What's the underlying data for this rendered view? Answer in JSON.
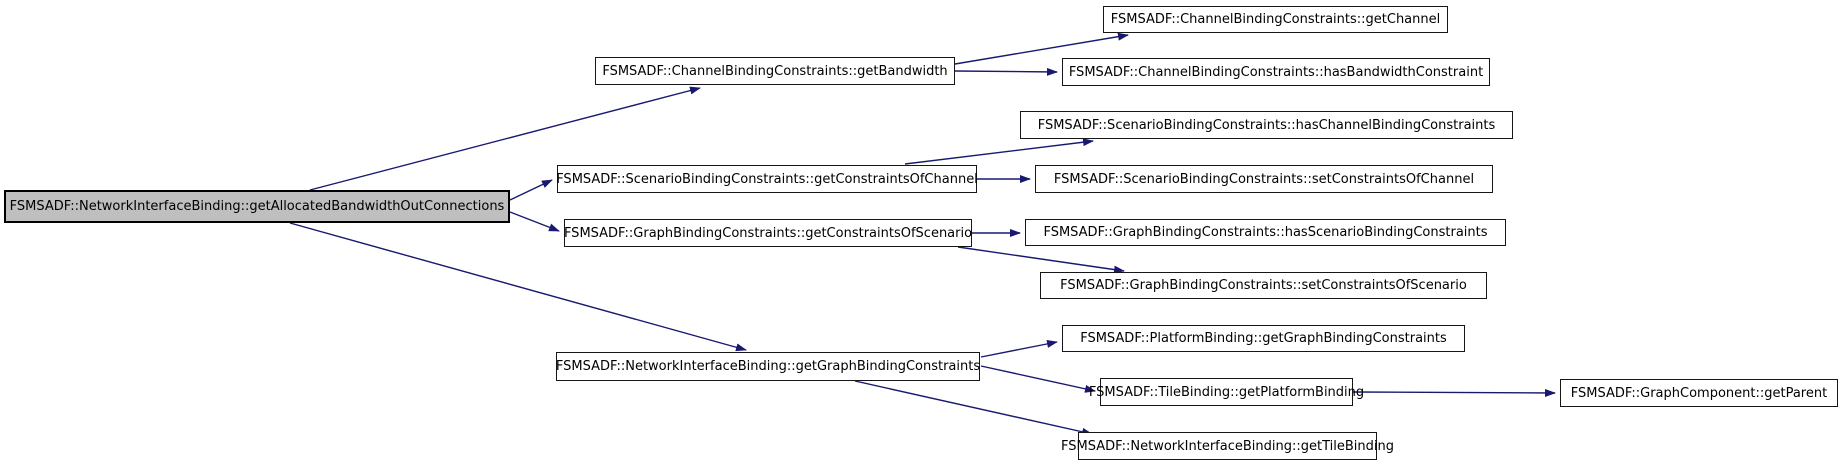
{
  "diagram": {
    "type": "call-graph",
    "colors": {
      "edge": "#191970",
      "root_fill": "#BFBFBF",
      "node_fill": "#FFFFFF",
      "node_border": "#000000",
      "background": "#FFFFFF"
    },
    "nodes": [
      {
        "id": "getAllocatedBandwidthOutConnections",
        "label": "FSMSADF::NetworkInterfaceBinding::getAllocatedBandwidthOutConnections",
        "role": "root"
      },
      {
        "id": "getBandwidth",
        "label": "FSMSADF::ChannelBindingConstraints::getBandwidth",
        "role": "callee"
      },
      {
        "id": "getChannel",
        "label": "FSMSADF::ChannelBindingConstraints::getChannel",
        "role": "callee"
      },
      {
        "id": "hasBandwidthConstraint",
        "label": "FSMSADF::ChannelBindingConstraints::hasBandwidthConstraint",
        "role": "callee"
      },
      {
        "id": "hasChannelBindingConstraints",
        "label": "FSMSADF::ScenarioBindingConstraints::hasChannelBindingConstraints",
        "role": "callee"
      },
      {
        "id": "getConstraintsOfChannel",
        "label": "FSMSADF::ScenarioBindingConstraints::getConstraintsOfChannel",
        "role": "callee"
      },
      {
        "id": "setConstraintsOfChannel",
        "label": "FSMSADF::ScenarioBindingConstraints::setConstraintsOfChannel",
        "role": "callee"
      },
      {
        "id": "getConstraintsOfScenario",
        "label": "FSMSADF::GraphBindingConstraints::getConstraintsOfScenario",
        "role": "callee"
      },
      {
        "id": "hasScenarioBindingConstraints",
        "label": "FSMSADF::GraphBindingConstraints::hasScenarioBindingConstraints",
        "role": "callee"
      },
      {
        "id": "setConstraintsOfScenario",
        "label": "FSMSADF::GraphBindingConstraints::setConstraintsOfScenario",
        "role": "callee"
      },
      {
        "id": "getGraphBindingConstraints",
        "label": "FSMSADF::NetworkInterfaceBinding::getGraphBindingConstraints",
        "role": "callee"
      },
      {
        "id": "pb_getGraphBindingConstraints",
        "label": "FSMSADF::PlatformBinding::getGraphBindingConstraints",
        "role": "callee"
      },
      {
        "id": "getPlatformBinding",
        "label": "FSMSADF::TileBinding::getPlatformBinding",
        "role": "callee"
      },
      {
        "id": "getTileBinding",
        "label": "FSMSADF::NetworkInterfaceBinding::getTileBinding",
        "role": "callee"
      },
      {
        "id": "getParent",
        "label": "FSMSADF::GraphComponent::getParent",
        "role": "callee"
      }
    ],
    "edges": [
      {
        "from": "getAllocatedBandwidthOutConnections",
        "to": "getBandwidth"
      },
      {
        "from": "getAllocatedBandwidthOutConnections",
        "to": "getConstraintsOfChannel"
      },
      {
        "from": "getAllocatedBandwidthOutConnections",
        "to": "getConstraintsOfScenario"
      },
      {
        "from": "getAllocatedBandwidthOutConnections",
        "to": "getGraphBindingConstraints"
      },
      {
        "from": "getBandwidth",
        "to": "getChannel"
      },
      {
        "from": "getBandwidth",
        "to": "hasBandwidthConstraint"
      },
      {
        "from": "getConstraintsOfChannel",
        "to": "hasChannelBindingConstraints"
      },
      {
        "from": "getConstraintsOfChannel",
        "to": "setConstraintsOfChannel"
      },
      {
        "from": "getConstraintsOfScenario",
        "to": "hasScenarioBindingConstraints"
      },
      {
        "from": "getConstraintsOfScenario",
        "to": "setConstraintsOfScenario"
      },
      {
        "from": "getGraphBindingConstraints",
        "to": "pb_getGraphBindingConstraints"
      },
      {
        "from": "getGraphBindingConstraints",
        "to": "getPlatformBinding"
      },
      {
        "from": "getGraphBindingConstraints",
        "to": "getTileBinding"
      },
      {
        "from": "getPlatformBinding",
        "to": "getParent"
      }
    ]
  }
}
